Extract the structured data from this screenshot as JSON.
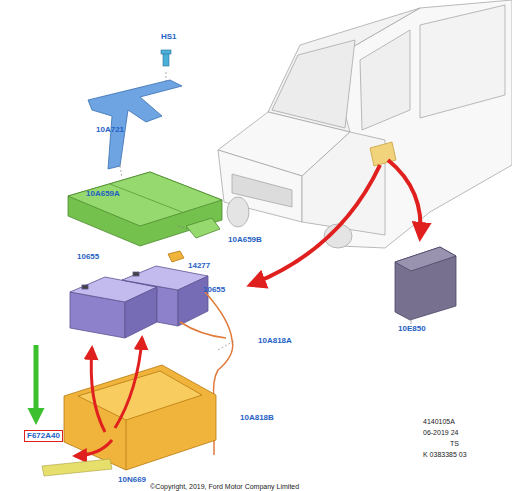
{
  "diagram": {
    "nodes": [
      {
        "text": [
          "F672A40"
        ]
      }
    ],
    "labels": [
      "HS1",
      "10A721",
      "10A659A",
      "10A659B",
      "14277",
      "10655",
      "10655",
      "10A818A",
      "10E850",
      "10A818B",
      "10N669",
      "4140105A",
      "06-2019 24",
      "TS",
      "K 0383385 03",
      "©Copyright, 2019, Ford Motor Company Limited"
    ]
  }
}
